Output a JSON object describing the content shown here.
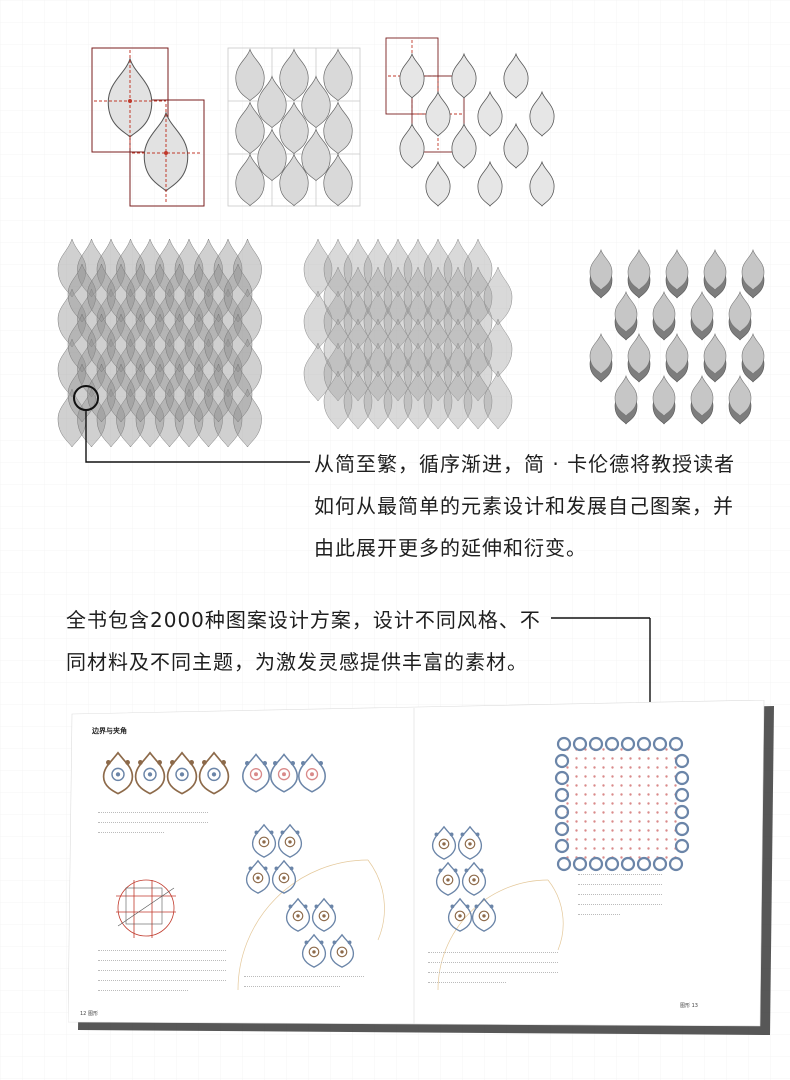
{
  "blurb_top": {
    "lines": [
      "从简至繁，循序渐进，简 · 卡伦德将教授读者",
      "如何从最简单的元素设计和发展自己图案，并",
      "由此展开更多的延伸和衍变。"
    ]
  },
  "blurb_bottom": {
    "lines": [
      "全书包含2000种图案设计方案，设计不同风格、不",
      "同材料及不同主题，为激发灵感提供丰富的素材。"
    ]
  },
  "book_spread": {
    "section_title": "边界与夹角",
    "left_folio": "12",
    "left_running_head": "图形",
    "right_running_head": "图形",
    "right_folio": "13"
  },
  "colors": {
    "petal_fill": "#cfcfcf",
    "petal_stroke": "#6a6a6a",
    "guide_red": "#c0392b",
    "guide_dark": "#7a1e1e",
    "ornament_blue": "#6b85a8",
    "ornament_pink": "#d98a8a"
  }
}
